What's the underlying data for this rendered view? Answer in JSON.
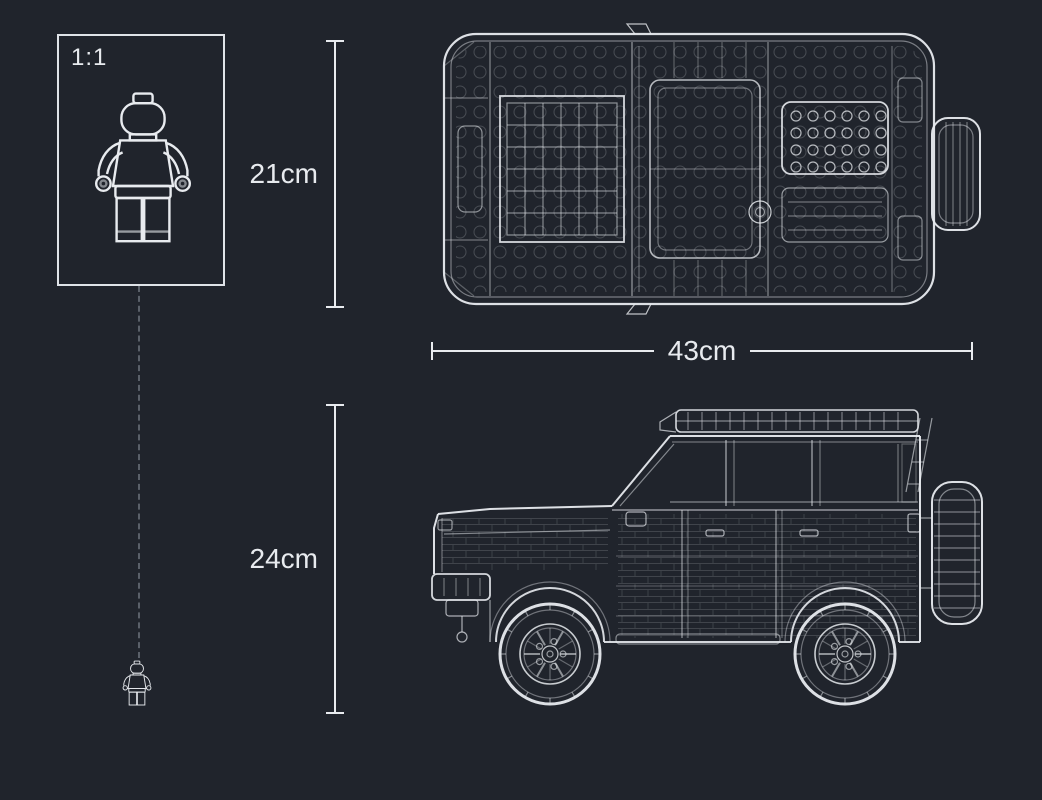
{
  "scale_box": {
    "label": "1:1"
  },
  "dimensions": {
    "top_view_height": "21cm",
    "top_view_length": "43cm",
    "side_view_height": "24cm"
  },
  "icons": {
    "minifigure_large": "minifigure-outline",
    "minifigure_small": "minifigure-outline-small",
    "car_top": "car-top-view-blueprint",
    "car_side": "car-side-view-blueprint"
  },
  "colors": {
    "background": "#20242c",
    "line": "#e8ebef",
    "dashed_reference": "#5a6069"
  }
}
